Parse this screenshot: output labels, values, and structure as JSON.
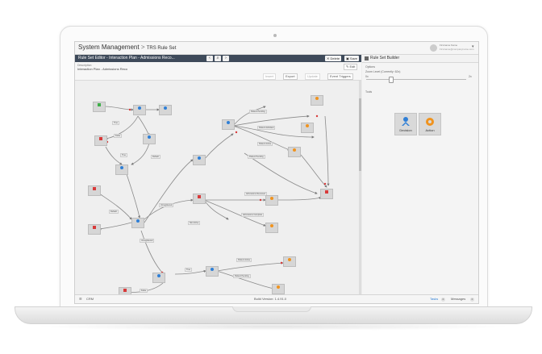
{
  "app": {
    "title": "System Management",
    "breadcrumb_sep": ">",
    "page": "TRS Rule Set",
    "user_name": "Firstname Name",
    "user_sub": "Firstname@companyname.com"
  },
  "editor": {
    "title": "Rule Set Editor - Interaction Plan - Admissions Reco...",
    "prev": "‹",
    "search": "⌕",
    "next": "›",
    "delete_label": "Delete",
    "save_label": "Save",
    "edit_label": "Edit",
    "description_label": "Description",
    "description_value": "Interaction Plan - Admissions Reco",
    "tools": {
      "insert": "Insert",
      "export": "Export",
      "update": "Update",
      "event_triggers": "Event Triggers"
    }
  },
  "builder": {
    "title": "Rule Set Builder",
    "options_label": "Options",
    "zoom_label": "Zoom Level (Currently: 62x)",
    "zoom_min": "0x",
    "zoom_max": "2x",
    "zoom_value": 0.25,
    "tools_label": "Tools",
    "tiles": [
      {
        "label": "Decision",
        "icon": "decision-icon"
      },
      {
        "label": "Action",
        "icon": "action-icon"
      }
    ]
  },
  "footer": {
    "crm": "CRM",
    "build": "Build Version: 1.4.91.0",
    "tasks": "Tasks",
    "tasks_count": "0",
    "messages": "Messages",
    "messages_count": "0"
  },
  "flow": {
    "edge_labels": [
      "True",
      "False",
      "Default",
      "Patient Pending",
      "Patient Admitted",
      "Patient Active",
      "Not Active",
      "Admissions Received",
      "Admissions Complete",
      "Unregistered"
    ],
    "node_colors": {
      "start": "#3fae49",
      "stop": "#d83a3a",
      "decision": "#2f7fd6",
      "action": "#f0931e"
    }
  }
}
